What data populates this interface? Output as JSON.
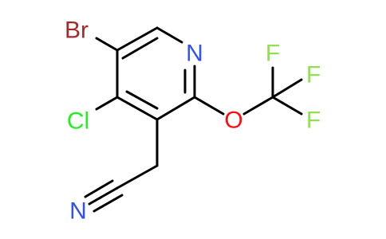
{
  "molecule": {
    "atoms": {
      "br": {
        "symbol": "Br",
        "color": "#A62929"
      },
      "cl": {
        "symbol": "Cl",
        "color": "#1FF01F"
      },
      "n_ring": {
        "symbol": "N",
        "color": "#3050F8"
      },
      "o": {
        "symbol": "O",
        "color": "#FF0D0D"
      },
      "f1": {
        "symbol": "F",
        "color": "#90E050"
      },
      "f2": {
        "symbol": "F",
        "color": "#90E050"
      },
      "f3": {
        "symbol": "F",
        "color": "#90E050"
      },
      "n_nitrile": {
        "symbol": "N",
        "color": "#3050F8"
      }
    }
  }
}
